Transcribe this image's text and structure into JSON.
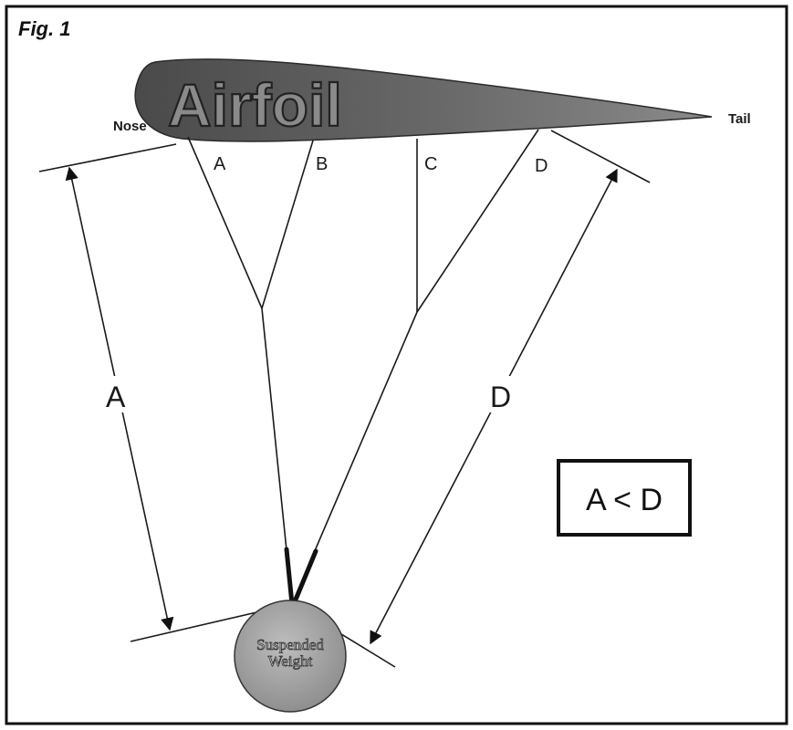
{
  "figure": {
    "title": "Fig. 1",
    "airfoil_label": "Airfoil",
    "nose_label": "Nose",
    "tail_label": "Tail",
    "string_labels": [
      "A",
      "B",
      "C",
      "D"
    ],
    "distance_labels": [
      "A",
      "D"
    ],
    "weight_label_line1": "Suspended",
    "weight_label_line2": "Weight",
    "comparison_label": "A < D"
  },
  "colors": {
    "airfoil_fill": "#5a5a5a",
    "weight_fill": "#a8a8a8",
    "line": "#1a1a1a",
    "frame": "#111111"
  }
}
